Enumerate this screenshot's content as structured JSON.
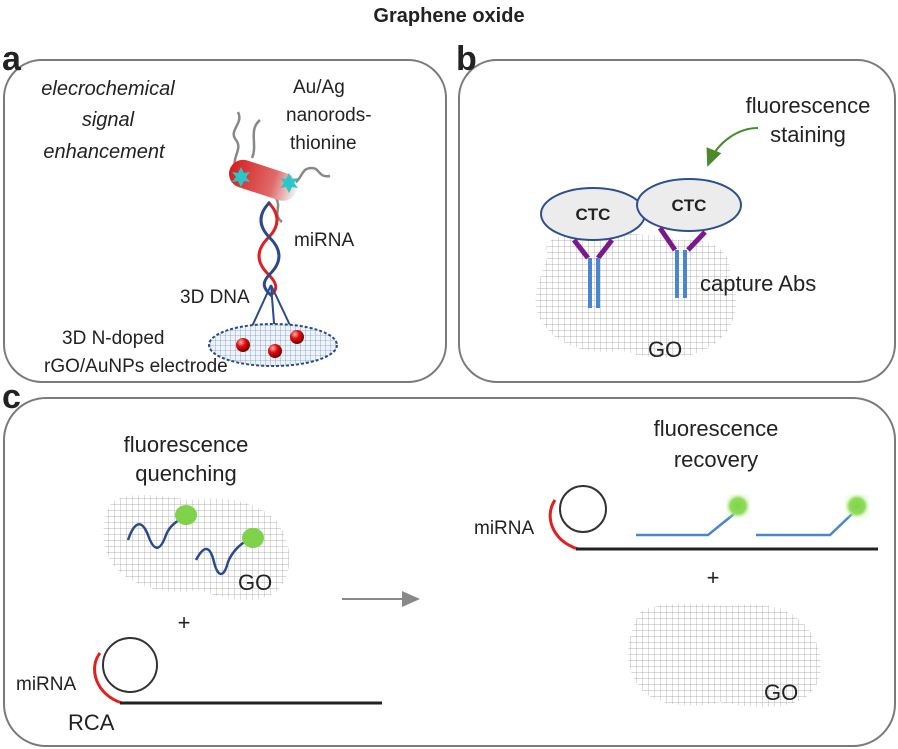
{
  "figure_title": "Graphene oxide",
  "panels": {
    "a": {
      "label": "a",
      "method_line1": "elecrochemical",
      "method_line2": "signal",
      "method_line3": "enhancement",
      "probe_line1": "Au/Ag",
      "probe_line2": "nanorods-",
      "probe_line3": "thionine",
      "mirna": "miRNA",
      "dna3d": "3D DNA",
      "electrode_line1": "3D N-doped",
      "electrode_line2": "rGO/AuNPs electrode"
    },
    "b": {
      "label": "b",
      "stain_line1": "fluorescence",
      "stain_line2": "staining",
      "cell1": "CTC",
      "cell2": "CTC",
      "antibody": "capture Abs",
      "sheet": "GO"
    },
    "c": {
      "label": "c",
      "quench_line1": "fluorescence",
      "quench_line2": "quenching",
      "go_left": "GO",
      "plus_left": "+",
      "mirna_left": "miRNA",
      "rca": "RCA",
      "recovery_line1": "fluorescence",
      "recovery_line2": "recovery",
      "mirna_right": "miRNA",
      "plus_right": "+",
      "go_right": "GO"
    }
  },
  "colors": {
    "panel_border": "#7a7a7a",
    "dna_red": "#e02020",
    "dna_blue": "#2b4a8a",
    "antibody_purple": "#7a1a8a",
    "antibody_blue": "#4a86d0",
    "fluor_green": "#7fd34a",
    "cell_fill": "#ececec",
    "cell_stroke": "#2e4f8e",
    "arrow_green": "#4a8a2a",
    "grid_gray": "#9a9a9a",
    "nanorod_red": "#d83030",
    "star_cyan": "#28c8c8"
  },
  "icons": [
    "nanorod-icon",
    "gold-nanoparticle-icon",
    "antibody-icon",
    "fluorophore-icon",
    "circular-template-icon",
    "go-sheet-icon",
    "reaction-arrow-icon"
  ]
}
